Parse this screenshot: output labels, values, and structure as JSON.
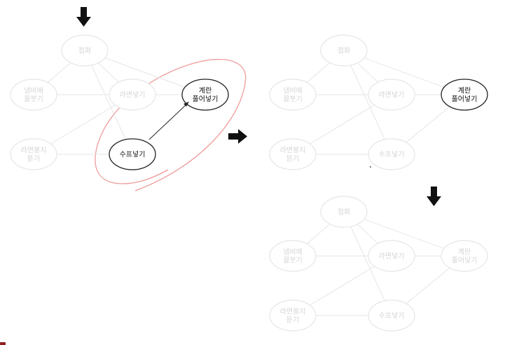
{
  "graph": {
    "nodes": [
      {
        "id": "ignite",
        "label": "점화"
      },
      {
        "id": "pot",
        "label": "냄비에\n물붓기"
      },
      {
        "id": "ramen_in",
        "label": "라면넣기"
      },
      {
        "id": "egg",
        "label": "계란\n풀어넣기"
      },
      {
        "id": "bag_open",
        "label": "라면봉지\n뜯기"
      },
      {
        "id": "soup",
        "label": "수프넣기"
      }
    ],
    "edges": [
      [
        "ignite",
        "pot"
      ],
      [
        "ignite",
        "ramen_in"
      ],
      [
        "ignite",
        "egg"
      ],
      [
        "ignite",
        "soup"
      ],
      [
        "pot",
        "ramen_in"
      ],
      [
        "ramen_in",
        "egg"
      ],
      [
        "ramen_in",
        "bag_open"
      ],
      [
        "bag_open",
        "soup"
      ],
      [
        "soup",
        "egg"
      ]
    ]
  },
  "panels": [
    {
      "id": "panel-1",
      "highlight": [
        "egg",
        "soup"
      ],
      "arrow_from": "soup",
      "arrow_to": "egg",
      "circled": true
    },
    {
      "id": "panel-2",
      "highlight": [
        "egg"
      ]
    },
    {
      "id": "panel-3",
      "highlight": []
    }
  ],
  "colors": {
    "faint": "#e6e6e6",
    "strong": "#222222",
    "circle": "#ee9a9a",
    "arrow": "#111111"
  },
  "icons": [
    "down-arrow-icon",
    "right-arrow-icon",
    "down-arrow-icon"
  ]
}
